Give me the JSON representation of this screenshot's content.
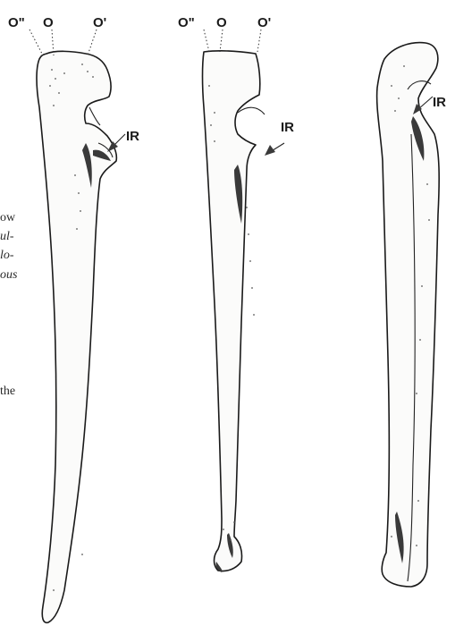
{
  "figure": {
    "bone_1": {
      "labels": {
        "o2": "O\"",
        "o": "O",
        "o1": "O'",
        "ir": "IR"
      }
    },
    "bone_2": {
      "labels": {
        "o2": "O\"",
        "o": "O",
        "o1": "O'",
        "ir": "IR"
      }
    },
    "bone_3": {
      "labels": {
        "ir": "IR"
      }
    }
  },
  "margin_text": {
    "line1": "ow",
    "line2": "ul-",
    "line3": "lo-",
    "line4": "ous",
    "line5": "the"
  },
  "colors": {
    "ink": "#1a1a1a",
    "shading": "#3a3a3a",
    "background": "#ffffff"
  }
}
